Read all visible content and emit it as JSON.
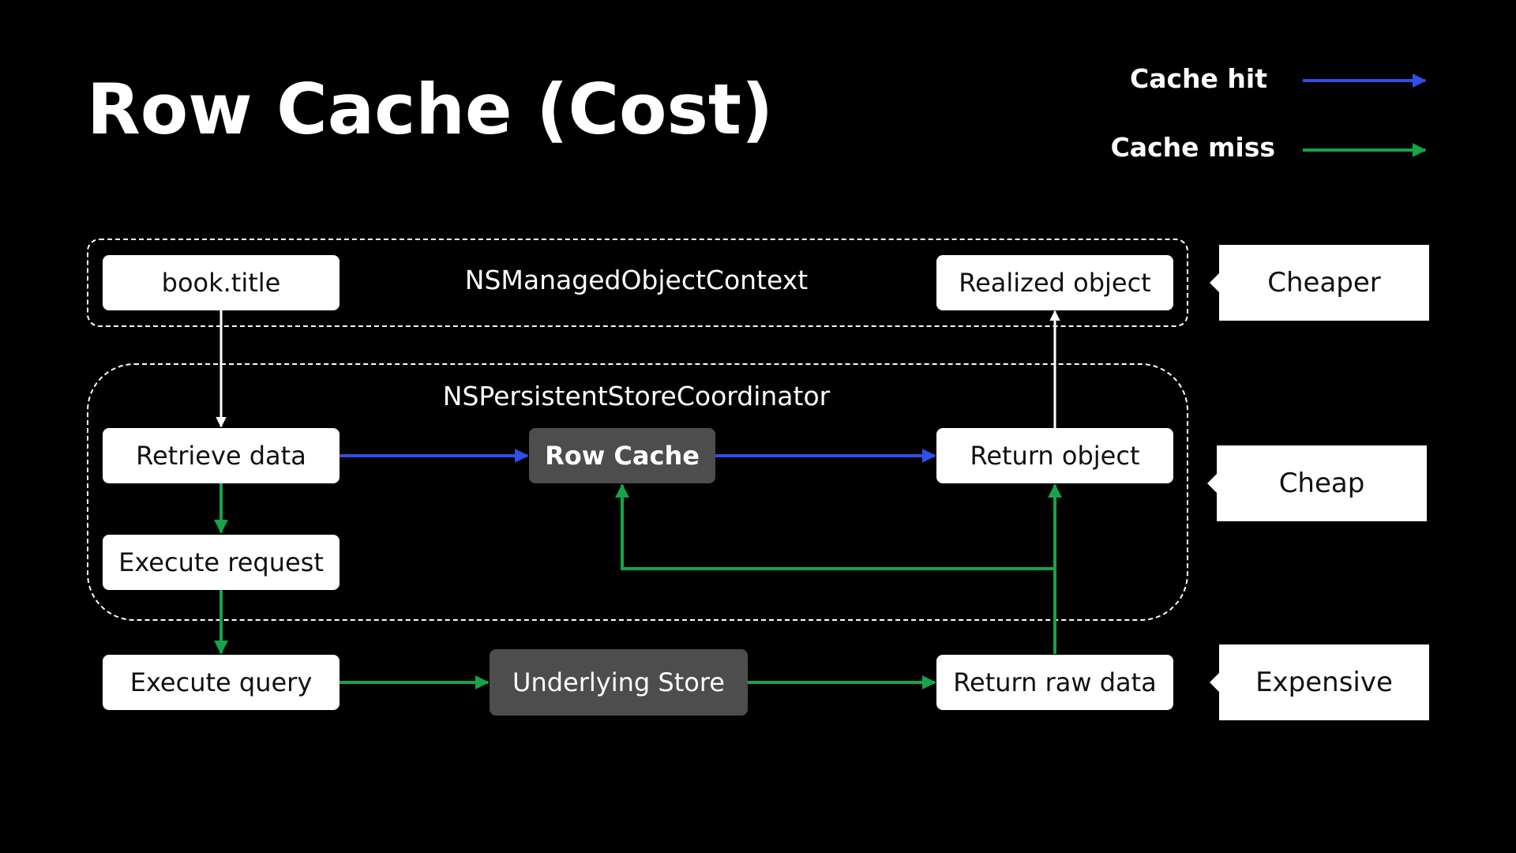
{
  "title": "Row Cache (Cost)",
  "legend": {
    "hit": {
      "label": "Cache hit",
      "color": "#2f4fe8"
    },
    "miss": {
      "label": "Cache miss",
      "color": "#16a34a"
    }
  },
  "regions": {
    "context": "NSManagedObjectContext",
    "coordinator": "NSPersistentStoreCoordinator"
  },
  "nodes": {
    "book_title": "book.title",
    "realized_object": "Realized object",
    "retrieve_data": "Retrieve data",
    "row_cache": "Row Cache",
    "return_object": "Return object",
    "execute_request": "Execute request",
    "execute_query": "Execute query",
    "underlying_store": "Underlying Store",
    "return_raw_data": "Return raw data"
  },
  "costs": {
    "cheaper": "Cheaper",
    "cheap": "Cheap",
    "expensive": "Expensive"
  },
  "colors": {
    "background": "#000000",
    "neutral_arrow": "#ffffff"
  }
}
